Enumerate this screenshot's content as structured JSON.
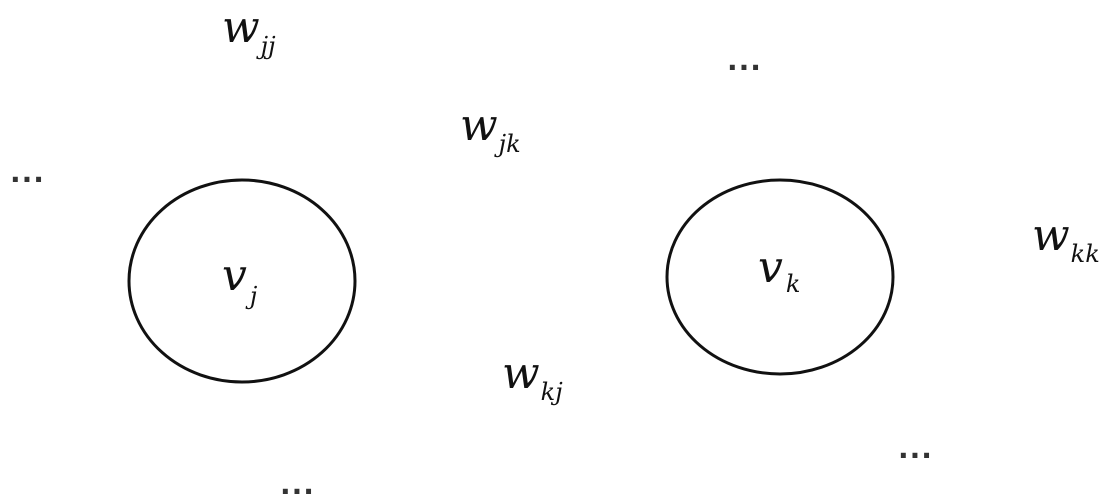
{
  "nodes": [
    {
      "id": "vj",
      "base": "v",
      "sub": "j"
    },
    {
      "id": "vk",
      "base": "v",
      "sub": "k"
    }
  ],
  "weights": [
    {
      "id": "wjj",
      "base": "w",
      "sub": "jj"
    },
    {
      "id": "wjk",
      "base": "w",
      "sub": "jk"
    },
    {
      "id": "wkj",
      "base": "w",
      "sub": "kj"
    },
    {
      "id": "wkk",
      "base": "w",
      "sub": "kk"
    }
  ],
  "ellipsis": [
    "...",
    "...",
    "...",
    "..."
  ],
  "colors": {
    "stroke": "#111111",
    "text": "#111111",
    "background": "#ffffff"
  }
}
